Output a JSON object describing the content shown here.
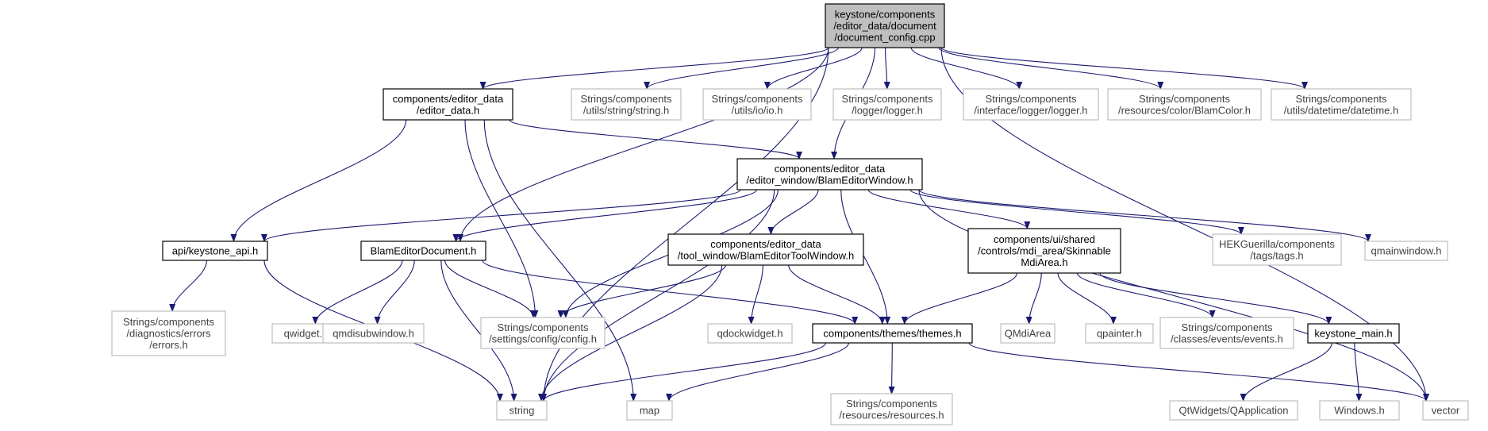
{
  "colors": {
    "edge": "#191970",
    "root_fill": "#bfbfbf",
    "root_border": "#000000",
    "documented_border": "#000000",
    "external_border": "#bfbfbf",
    "documented_text": "#000000",
    "external_text": "#404040"
  },
  "nodes": {
    "document_config": {
      "lines": [
        "keystone/components",
        "/editor_data/document",
        "/document_config.cpp"
      ],
      "kind": "root"
    },
    "editor_data_h": {
      "lines": [
        "components/editor_data",
        "/editor_data.h"
      ],
      "kind": "documented"
    },
    "string_h": {
      "lines": [
        "Strings/components",
        "/utils/string/string.h"
      ],
      "kind": "external"
    },
    "io_h": {
      "lines": [
        "Strings/components",
        "/utils/io/io.h"
      ],
      "kind": "external"
    },
    "logger_h": {
      "lines": [
        "Strings/components",
        "/logger/logger.h"
      ],
      "kind": "external"
    },
    "interface_logger_h": {
      "lines": [
        "Strings/components",
        "/interface/logger/logger.h"
      ],
      "kind": "external"
    },
    "blamcolor_h": {
      "lines": [
        "Strings/components",
        "/resources/color/BlamColor.h"
      ],
      "kind": "external"
    },
    "datetime_h": {
      "lines": [
        "Strings/components",
        "/utils/datetime/datetime.h"
      ],
      "kind": "external"
    },
    "blameditorwindow_h": {
      "lines": [
        "components/editor_data",
        "/editor_window/BlamEditorWindow.h"
      ],
      "kind": "documented"
    },
    "keystone_api_h": {
      "lines": [
        "api/keystone_api.h"
      ],
      "kind": "documented"
    },
    "blameditordocument_h": {
      "lines": [
        "BlamEditorDocument.h"
      ],
      "kind": "documented"
    },
    "blameditortoolwindow_h": {
      "lines": [
        "components/editor_data",
        "/tool_window/BlamEditorToolWindow.h"
      ],
      "kind": "documented"
    },
    "skinnablemdiarea_h": {
      "lines": [
        "components/ui/shared",
        "/controls/mdi_area/Skinnable",
        "MdiArea.h"
      ],
      "kind": "documented"
    },
    "tags_h": {
      "lines": [
        "HEKGuerilla/components",
        "/tags/tags.h"
      ],
      "kind": "external"
    },
    "qmainwindow_h": {
      "lines": [
        "qmainwindow.h"
      ],
      "kind": "external"
    },
    "errors_h": {
      "lines": [
        "Strings/components",
        "/diagnostics/errors",
        "/errors.h"
      ],
      "kind": "external"
    },
    "qwidget_h": {
      "lines": [
        "qwidget.h"
      ],
      "kind": "external"
    },
    "qmdisubwindow_h": {
      "lines": [
        "qmdisubwindow.h"
      ],
      "kind": "external"
    },
    "config_h": {
      "lines": [
        "Strings/components",
        "/settings/config/config.h"
      ],
      "kind": "external"
    },
    "qdockwidget_h": {
      "lines": [
        "qdockwidget.h"
      ],
      "kind": "external"
    },
    "themes_h": {
      "lines": [
        "components/themes/themes.h"
      ],
      "kind": "documented"
    },
    "qmdiarea": {
      "lines": [
        "QMdiArea"
      ],
      "kind": "external"
    },
    "qpainter_h": {
      "lines": [
        "qpainter.h"
      ],
      "kind": "external"
    },
    "events_h": {
      "lines": [
        "Strings/components",
        "/classes/events/events.h"
      ],
      "kind": "external"
    },
    "keystone_main_h": {
      "lines": [
        "keystone_main.h"
      ],
      "kind": "documented"
    },
    "string": {
      "lines": [
        "string"
      ],
      "kind": "external"
    },
    "map": {
      "lines": [
        "map"
      ],
      "kind": "external"
    },
    "resources_h": {
      "lines": [
        "Strings/components",
        "/resources/resources.h"
      ],
      "kind": "external"
    },
    "qapplication": {
      "lines": [
        "QtWidgets/QApplication"
      ],
      "kind": "external"
    },
    "windows_h": {
      "lines": [
        "Windows.h"
      ],
      "kind": "external"
    },
    "vector": {
      "lines": [
        "vector"
      ],
      "kind": "external"
    }
  },
  "edges": [
    [
      "document_config",
      "editor_data_h"
    ],
    [
      "document_config",
      "string_h"
    ],
    [
      "document_config",
      "io_h"
    ],
    [
      "document_config",
      "logger_h"
    ],
    [
      "document_config",
      "interface_logger_h"
    ],
    [
      "document_config",
      "blamcolor_h"
    ],
    [
      "document_config",
      "datetime_h"
    ],
    [
      "document_config",
      "blameditorwindow_h"
    ],
    [
      "document_config",
      "blameditordocument_h"
    ],
    [
      "document_config",
      "string"
    ],
    [
      "document_config",
      "vector"
    ],
    [
      "editor_data_h",
      "blameditorwindow_h"
    ],
    [
      "editor_data_h",
      "keystone_api_h"
    ],
    [
      "editor_data_h",
      "config_h"
    ],
    [
      "editor_data_h",
      "map"
    ],
    [
      "blameditorwindow_h",
      "keystone_api_h"
    ],
    [
      "blameditorwindow_h",
      "blameditordocument_h"
    ],
    [
      "blameditorwindow_h",
      "blameditortoolwindow_h"
    ],
    [
      "blameditorwindow_h",
      "skinnablemdiarea_h"
    ],
    [
      "blameditorwindow_h",
      "tags_h"
    ],
    [
      "blameditorwindow_h",
      "qmainwindow_h"
    ],
    [
      "blameditorwindow_h",
      "config_h"
    ],
    [
      "blameditorwindow_h",
      "themes_h"
    ],
    [
      "blameditorwindow_h",
      "string"
    ],
    [
      "blameditorwindow_h",
      "vector"
    ],
    [
      "keystone_api_h",
      "errors_h"
    ],
    [
      "keystone_api_h",
      "string"
    ],
    [
      "blameditordocument_h",
      "qwidget_h"
    ],
    [
      "blameditordocument_h",
      "qmdisubwindow_h"
    ],
    [
      "blameditordocument_h",
      "config_h"
    ],
    [
      "blameditordocument_h",
      "themes_h"
    ],
    [
      "blameditordocument_h",
      "string"
    ],
    [
      "blameditortoolwindow_h",
      "config_h"
    ],
    [
      "blameditortoolwindow_h",
      "qdockwidget_h"
    ],
    [
      "blameditortoolwindow_h",
      "themes_h"
    ],
    [
      "blameditortoolwindow_h",
      "string"
    ],
    [
      "skinnablemdiarea_h",
      "themes_h"
    ],
    [
      "skinnablemdiarea_h",
      "qmdiarea"
    ],
    [
      "skinnablemdiarea_h",
      "qpainter_h"
    ],
    [
      "skinnablemdiarea_h",
      "events_h"
    ],
    [
      "skinnablemdiarea_h",
      "keystone_main_h"
    ],
    [
      "themes_h",
      "string"
    ],
    [
      "themes_h",
      "map"
    ],
    [
      "themes_h",
      "resources_h"
    ],
    [
      "themes_h",
      "vector"
    ],
    [
      "keystone_main_h",
      "qapplication"
    ],
    [
      "keystone_main_h",
      "windows_h"
    ]
  ]
}
